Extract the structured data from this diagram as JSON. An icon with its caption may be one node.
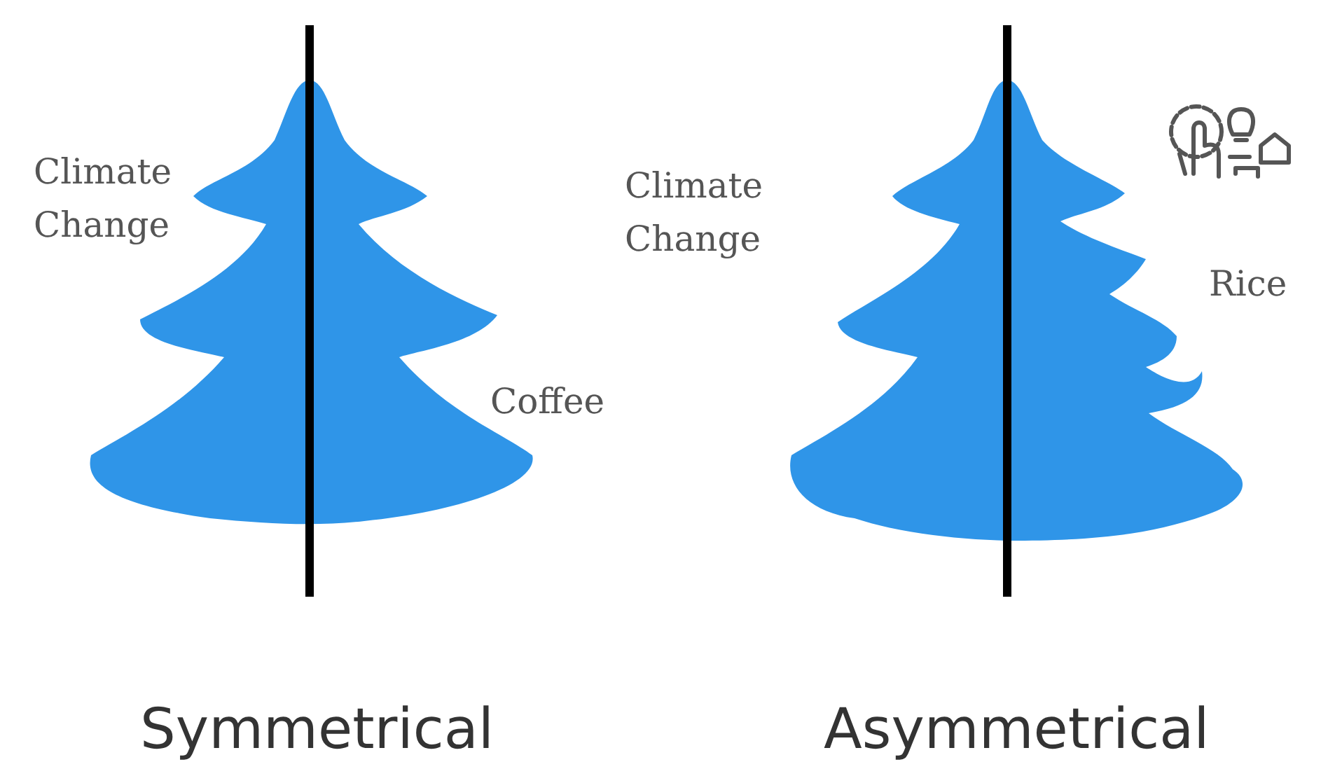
{
  "diagram": {
    "labels": [
      "Climate Change",
      "Coffee",
      "Symmetrical",
      "Climate Change",
      "Rice",
      "Asymmetrical"
    ]
  }
}
